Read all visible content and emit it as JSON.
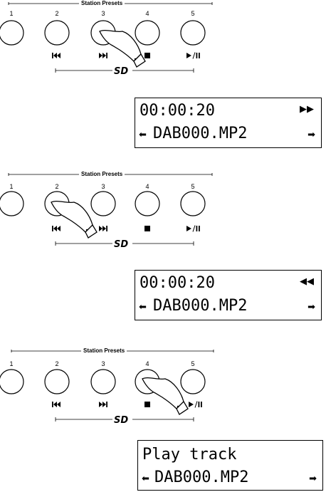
{
  "presets_heading": "Station Presets",
  "preset_numbers": [
    "1",
    "2",
    "3",
    "4",
    "5"
  ],
  "transport_icons": [
    "previous-track-icon",
    "next-track-icon",
    "stop-icon",
    "play-pause-icon"
  ],
  "sd_logo_text": "SD",
  "steps": [
    {
      "pressed_button": "3",
      "action": "fast-forward",
      "lcd": {
        "line1": "00:00:20",
        "indicator": "▶▶",
        "line2": "DAB000.MP2",
        "left_arrow": "⬅",
        "right_arrow": "➡"
      }
    },
    {
      "pressed_button": "2",
      "action": "rewind",
      "lcd": {
        "line1": "00:00:20",
        "indicator": "◀◀",
        "line2": "DAB000.MP2",
        "left_arrow": "⬅",
        "right_arrow": "➡"
      }
    },
    {
      "pressed_button": "4",
      "action": "stop",
      "lcd": {
        "line1": "Play track",
        "indicator": "",
        "line2": "DAB000.MP2",
        "left_arrow": "⬅",
        "right_arrow": "➡"
      }
    }
  ]
}
